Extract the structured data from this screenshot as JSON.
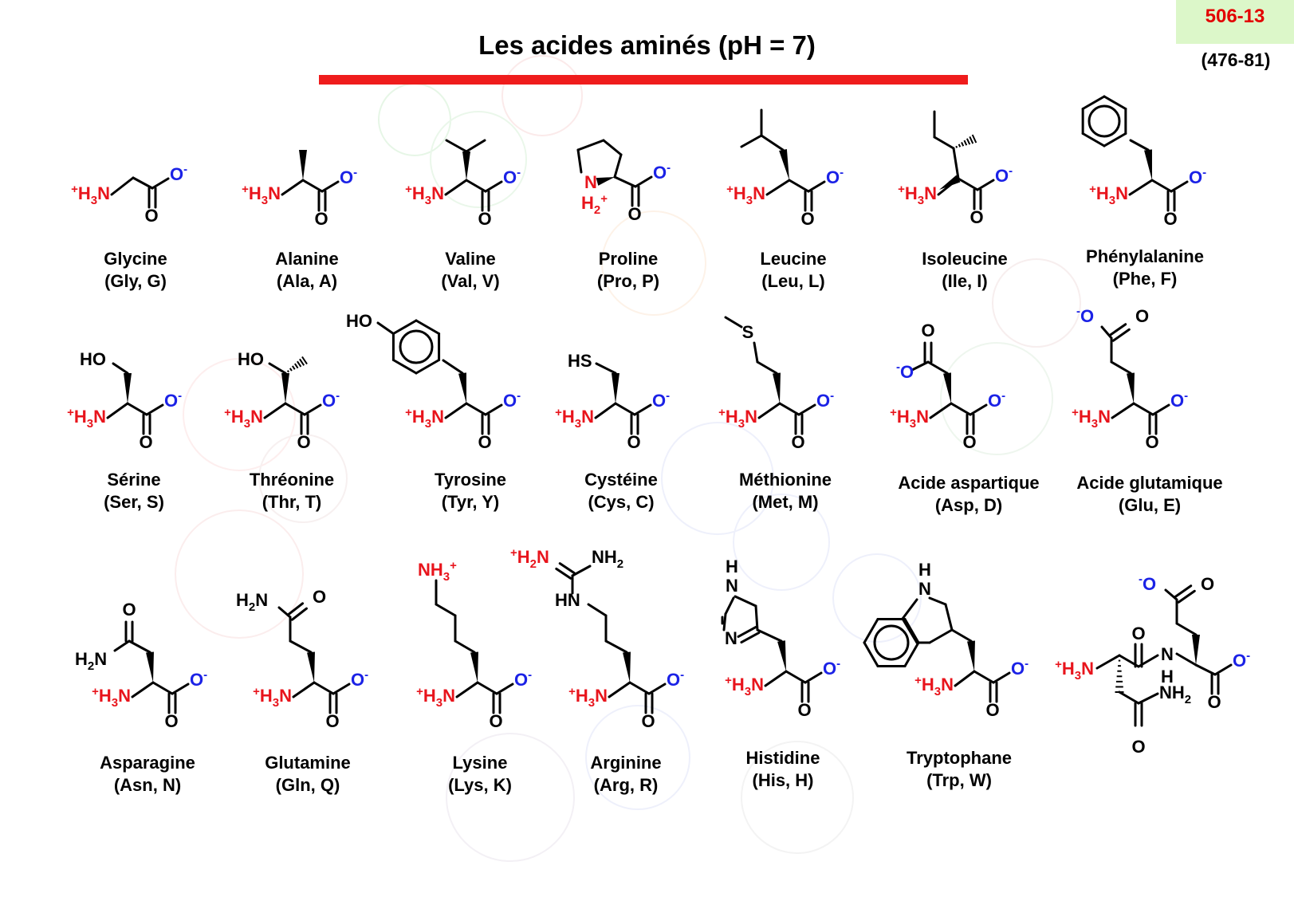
{
  "header": {
    "title": "Les acides aminés (pH = 7)",
    "code": "506-13",
    "subcode": "(476-81)"
  },
  "colors": {
    "accent_red": "#ef1c1c",
    "amine_red": "#e8141c",
    "carboxylate_blue": "#1b22e6",
    "code_box_green": "#dcf7c9"
  },
  "amino_acids": [
    {
      "name": "Glycine",
      "code": "(Gly, G)"
    },
    {
      "name": "Alanine",
      "code": "(Ala, A)"
    },
    {
      "name": "Valine",
      "code": "(Val, V)"
    },
    {
      "name": "Proline",
      "code": "(Pro, P)"
    },
    {
      "name": "Leucine",
      "code": "(Leu, L)"
    },
    {
      "name": "Isoleucine",
      "code": "(Ile, I)"
    },
    {
      "name": "Phénylalanine",
      "code": "(Phe, F)"
    },
    {
      "name": "Sérine",
      "code": "(Ser, S)"
    },
    {
      "name": "Thréonine",
      "code": "(Thr, T)"
    },
    {
      "name": "Tyrosine",
      "code": "(Tyr, Y)"
    },
    {
      "name": "Cystéine",
      "code": "(Cys, C)"
    },
    {
      "name": "Méthionine",
      "code": "(Met, M)"
    },
    {
      "name": "Acide aspartique",
      "code": "(Asp, D)"
    },
    {
      "name": "Acide glutamique",
      "code": "(Glu, E)"
    },
    {
      "name": "Asparagine",
      "code": "(Asn, N)"
    },
    {
      "name": "Glutamine",
      "code": "(Gln, Q)"
    },
    {
      "name": "Lysine",
      "code": "(Lys, K)"
    },
    {
      "name": "Arginine",
      "code": "(Arg, R)"
    },
    {
      "name": "Histidine",
      "code": "(His, H)"
    },
    {
      "name": "Tryptophane",
      "code": "(Trp, W)"
    }
  ],
  "atoms": {
    "amine": "H3N",
    "carbonyl_O": "O",
    "carboxylate_O": "O",
    "charge_plus": "+",
    "charge_minus": "-",
    "proline_N": "N",
    "proline_H2": "H2",
    "hydroxyl": "HO",
    "thiol": "HS",
    "sulfur": "S",
    "ammonium": "NH3",
    "amide_NH2": "H2N",
    "amide_NH2_right": "NH2",
    "guanidino_H2N": "H2N",
    "guanidino_NH2": "NH2",
    "guanidino_HN": "HN",
    "ring_NH": "N",
    "ring_H": "H",
    "ring_N": "N",
    "peptide_N": "N",
    "peptide_H": "H"
  }
}
